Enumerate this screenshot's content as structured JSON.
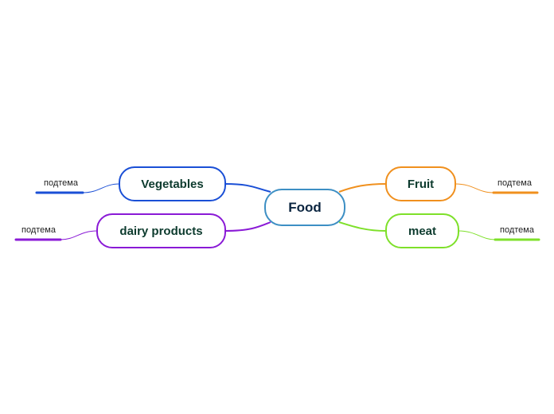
{
  "center": {
    "label": "Food",
    "color": "#3d8fc4"
  },
  "topics": [
    {
      "key": "vegetables",
      "label": "Vegetables",
      "color": "#1a4fd6",
      "subtopic": "подтема"
    },
    {
      "key": "dairy",
      "label": "dairy products",
      "color": "#8a1ad6",
      "subtopic": "подтема"
    },
    {
      "key": "fruit",
      "label": "Fruit",
      "color": "#f0901e",
      "subtopic": "подтема"
    },
    {
      "key": "meat",
      "label": "meat",
      "color": "#7ee02a",
      "subtopic": "подтема"
    }
  ]
}
